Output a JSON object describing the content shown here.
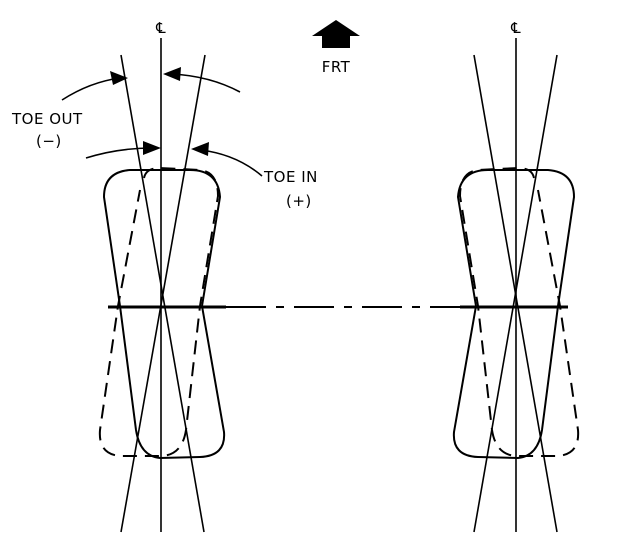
{
  "labels": {
    "centerline_left": "℄",
    "centerline_right": "℄",
    "front": "FRT",
    "toe_out": "TOE OUT",
    "toe_out_sign": "(−)",
    "toe_in": "TOE IN",
    "toe_in_sign": "(+)"
  },
  "colors": {
    "ink": "#000000",
    "background": "#ffffff"
  },
  "icons": {
    "front_arrow": "up-arrow-icon"
  }
}
